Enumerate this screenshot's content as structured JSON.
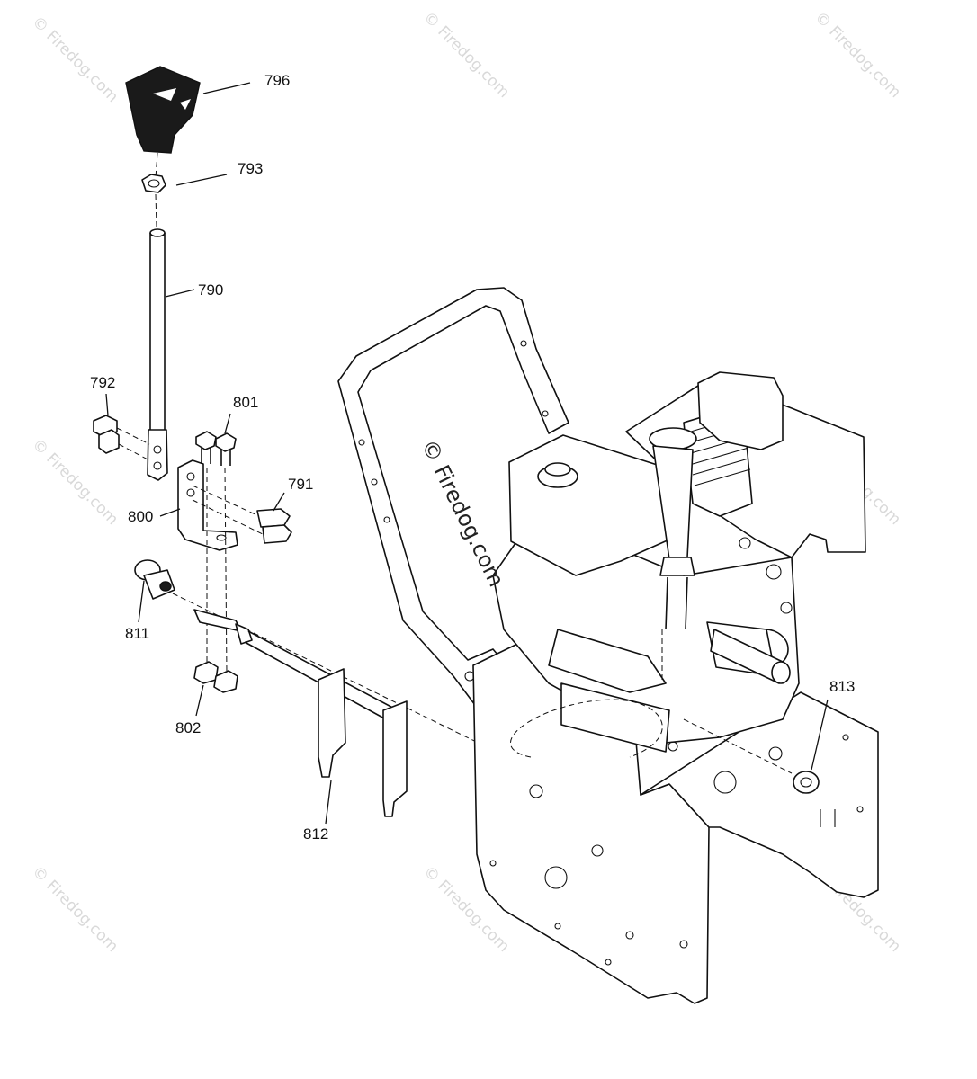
{
  "watermark": {
    "text": "© Firedog.com"
  },
  "callouts": [
    {
      "id": "796",
      "text": "796"
    },
    {
      "id": "793",
      "text": "793"
    },
    {
      "id": "790",
      "text": "790"
    },
    {
      "id": "792",
      "text": "792"
    },
    {
      "id": "801",
      "text": "801"
    },
    {
      "id": "791",
      "text": "791"
    },
    {
      "id": "800",
      "text": "800"
    },
    {
      "id": "811",
      "text": "811"
    },
    {
      "id": "802",
      "text": "802"
    },
    {
      "id": "812",
      "text": "812"
    },
    {
      "id": "813",
      "text": "813"
    }
  ]
}
